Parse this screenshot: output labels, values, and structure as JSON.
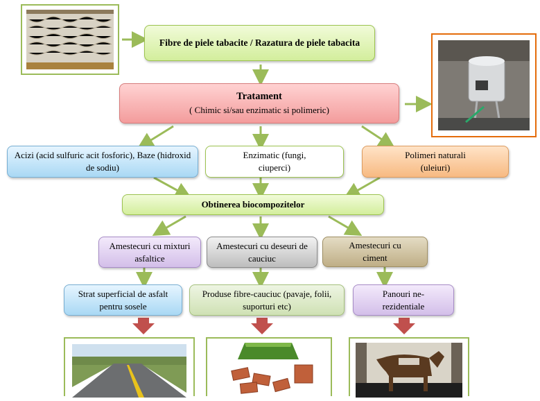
{
  "source": {
    "title": "Fibre de piele tabacite / Razatura de piele tabacita"
  },
  "treatment": {
    "title": "Tratament",
    "subtitle": "( Chimic si/sau enzimatic si polimeric)"
  },
  "methods": [
    {
      "text": "Acizi  (acid sulfuric acit fosforic), Baze (hidroxid de sodiu)"
    },
    {
      "text": "Enzimatic (fungi, ciuperci)"
    },
    {
      "text": "Polimeri naturali (uleiuri)"
    }
  ],
  "biocomposites": {
    "title": "Obtinerea biocompozitelor"
  },
  "mixtures": [
    {
      "text": "Amestecuri  cu mixturi asfaltice"
    },
    {
      "text": "Amestecuri  cu deseuri de cauciuc"
    },
    {
      "text": "Amestecuri  cu ciment"
    }
  ],
  "products": [
    {
      "text": "Strat superficial de asfalt pentru sosele"
    },
    {
      "text": "Produse fibre-cauciuc (pavaje, folii, suporturi etc)"
    },
    {
      "text": "Panouri ne-rezidentiale"
    }
  ],
  "colors": {
    "arrow_green": "#9bbb59",
    "arrow_red": "#c0504d",
    "frame_green": "#9bbb59",
    "frame_orange": "#e46c0a"
  }
}
